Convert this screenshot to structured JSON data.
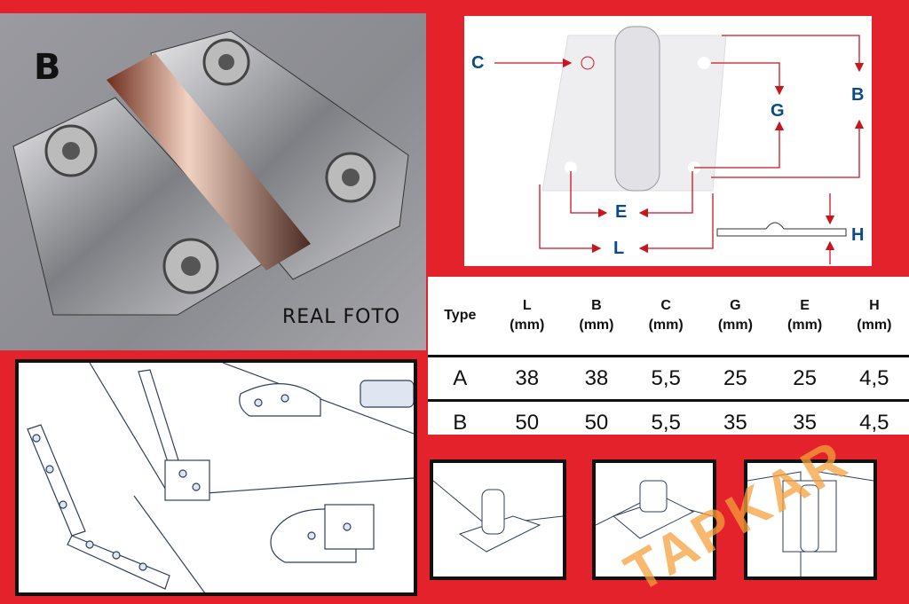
{
  "photo": {
    "type_letter": "B",
    "caption": "REAL FOTO"
  },
  "diagram": {
    "labels": {
      "c": "C",
      "b": "B",
      "g": "G",
      "e": "E",
      "l": "L",
      "h": "H"
    }
  },
  "table": {
    "headers": [
      {
        "top": "Type",
        "unit": ""
      },
      {
        "top": "L",
        "unit": "(mm)"
      },
      {
        "top": "B",
        "unit": "(mm)"
      },
      {
        "top": "C",
        "unit": "(mm)"
      },
      {
        "top": "G",
        "unit": "(mm)"
      },
      {
        "top": "E",
        "unit": "(mm)"
      },
      {
        "top": "H",
        "unit": "(mm)"
      }
    ],
    "rows": [
      [
        "A",
        "38",
        "38",
        "5,5",
        "25",
        "25",
        "4,5"
      ],
      [
        "B",
        "50",
        "50",
        "5,5",
        "35",
        "35",
        "4,5"
      ]
    ]
  },
  "watermark": "TAPKAR",
  "colors": {
    "background": "#e3222b",
    "label_blue": "#0c4a85",
    "arrow_red": "#c8161e"
  }
}
